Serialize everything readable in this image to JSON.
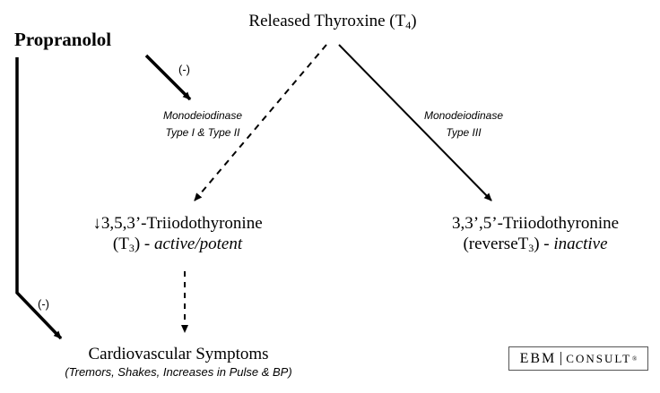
{
  "nodes": {
    "released_thyroxine": {
      "text": "Released Thyroxine (T",
      "sub": "4",
      "close": ")"
    },
    "propranolol": "Propranolol",
    "t3": {
      "line1": "↓3,5,3’-Triiodothyronine",
      "line2_open": "(T",
      "line2_sub": "3",
      "line2_close": ") - ",
      "line2_em": "active/potent"
    },
    "reverse_t3": {
      "line1": "3,3’,5’-Triiodothyronine",
      "line2_open": "(reverseT",
      "line2_sub": "3",
      "line2_close": ") - ",
      "line2_em": "inactive"
    },
    "cardio": {
      "title": "Cardiovascular Symptoms",
      "subtitle": "(Tremors, Shakes, Increases in Pulse & BP)"
    }
  },
  "edges": {
    "inhibition_1": "(-)",
    "inhibition_2": "(-)",
    "deiodinase_1_2": {
      "line1": "Monodeiodinase",
      "line2": "Type I & Type II"
    },
    "deiodinase_3": {
      "line1": "Monodeiodinase",
      "line2": "Type III"
    }
  },
  "logo": {
    "left": "EBM",
    "right": "CONSULT",
    "mark": "®"
  }
}
